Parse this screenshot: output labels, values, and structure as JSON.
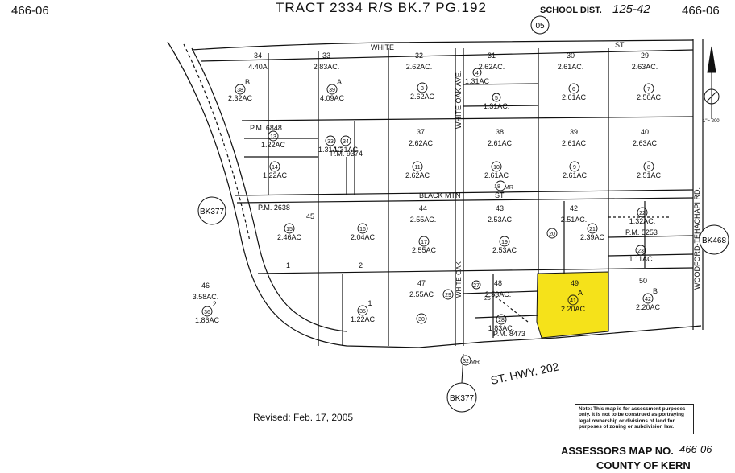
{
  "header": {
    "map_left": "466-06",
    "map_right": "466-06",
    "tract": "TRACT 2334 R/S BK.7 PG.192",
    "school_prefix": "SCHOOL DIST.",
    "school_value": "125-42",
    "book_circle": "05"
  },
  "footer": {
    "revised": "Revised: Feb. 17, 2005",
    "assessors_prefix": "ASSESSORS MAP NO.",
    "assessors_value": "466-06",
    "county": "COUNTY OF KERN",
    "note": "Note: This map is for assessment purposes only. It is not to be construed as portraying legal ownership or divisions of land for purposes of zoning or subdivision law."
  },
  "refs": {
    "bk377_left": "BK377",
    "bk377_bottom": "BK377",
    "bk468": "BK468"
  },
  "streets": {
    "white": "WHITE",
    "st1": "ST.",
    "black_mtn": "BLACK MTN",
    "st2": "ST",
    "white_oak_ave": "WHITE OAK AVE.",
    "woodford": "WOODFORD-TEHACHAPI RD.",
    "hwy": "ST. HWY. 202",
    "white_oak2": "WHITE OAK"
  },
  "north": {
    "scale": "1\"= 200'"
  },
  "parcels": [
    {
      "id": "p34",
      "lot": "34",
      "parcel": "",
      "ac": "4.40A"
    },
    {
      "id": "p33",
      "lot": "33",
      "parcel": "",
      "ac": "2.83AC."
    },
    {
      "id": "p32",
      "lot": "32",
      "parcel": "",
      "ac": "2.62AC."
    },
    {
      "id": "p31",
      "lot": "31",
      "parcel": "",
      "ac": "2.62AC."
    },
    {
      "id": "p30",
      "lot": "30",
      "parcel": "",
      "ac": "2.61AC."
    },
    {
      "id": "p29",
      "lot": "29",
      "parcel": "",
      "ac": "2.63AC."
    },
    {
      "id": "p38b",
      "lot": "B",
      "parcel": "38",
      "ac": "2.32AC"
    },
    {
      "id": "p39a",
      "lot": "A",
      "parcel": "39",
      "ac": "4.09AC"
    },
    {
      "id": "p3",
      "lot": "",
      "parcel": "3",
      "ac": "2.62AC"
    },
    {
      "id": "p4",
      "lot": "",
      "parcel": "4",
      "ac": "1.31AC"
    },
    {
      "id": "p5",
      "lot": "",
      "parcel": "5",
      "ac": "1.31AC."
    },
    {
      "id": "p6",
      "lot": "",
      "parcel": "6",
      "ac": "2.61AC"
    },
    {
      "id": "p7",
      "lot": "",
      "parcel": "7",
      "ac": "2.50AC"
    },
    {
      "id": "p13",
      "lot": "",
      "parcel": "13",
      "ac": "1.22AC"
    },
    {
      "id": "p33b",
      "lot": "",
      "parcel": "33",
      "ac": "1.31AC"
    },
    {
      "id": "p34b",
      "lot": "",
      "parcel": "34",
      "ac": "1.31AC"
    },
    {
      "id": "p37",
      "lot": "37",
      "parcel": "",
      "ac": "2.62AC"
    },
    {
      "id": "p38",
      "lot": "38",
      "parcel": "",
      "ac": "2.61AC"
    },
    {
      "id": "p39",
      "lot": "39",
      "parcel": "",
      "ac": "2.61AC"
    },
    {
      "id": "p40",
      "lot": "40",
      "parcel": "",
      "ac": "2.63AC"
    },
    {
      "id": "p14",
      "lot": "",
      "parcel": "14",
      "ac": "1.22AC"
    },
    {
      "id": "p11",
      "lot": "",
      "parcel": "11",
      "ac": "2.62AC"
    },
    {
      "id": "p10",
      "lot": "",
      "parcel": "10",
      "ac": "2.61AC"
    },
    {
      "id": "p9",
      "lot": "",
      "parcel": "9",
      "ac": "2.61AC"
    },
    {
      "id": "p8",
      "lot": "",
      "parcel": "8",
      "ac": "2.51AC"
    },
    {
      "id": "p15",
      "lot": "",
      "parcel": "15",
      "ac": "2.46AC"
    },
    {
      "id": "p16",
      "lot": "",
      "parcel": "16",
      "ac": "2.04AC"
    },
    {
      "id": "p44",
      "lot": "44",
      "parcel": "",
      "ac": "2.55AC."
    },
    {
      "id": "p17",
      "lot": "",
      "parcel": "17",
      "ac": "2.55AC"
    },
    {
      "id": "p43",
      "lot": "43",
      "parcel": "",
      "ac": "2.53AC"
    },
    {
      "id": "p19",
      "lot": "",
      "parcel": "19",
      "ac": "2.53AC"
    },
    {
      "id": "p42",
      "lot": "42",
      "parcel": "",
      "ac": "2.51AC."
    },
    {
      "id": "p21",
      "lot": "",
      "parcel": "21",
      "ac": "2.39AC"
    },
    {
      "id": "p22",
      "lot": "",
      "parcel": "22",
      "ac": "1.32AC."
    },
    {
      "id": "p23",
      "lot": "",
      "parcel": "23",
      "ac": "1.11AC"
    },
    {
      "id": "p46",
      "lot": "46",
      "parcel": "",
      "ac": "3.58AC."
    },
    {
      "id": "p36",
      "lot": "2",
      "parcel": "36",
      "ac": "1.86AC"
    },
    {
      "id": "p35",
      "lot": "1",
      "parcel": "35",
      "ac": "1.22AC"
    },
    {
      "id": "p47",
      "lot": "47",
      "parcel": "",
      "ac": "2.55AC"
    },
    {
      "id": "p48",
      "lot": "48",
      "parcel": "",
      "ac": "2.53AC."
    },
    {
      "id": "p28",
      "lot": "",
      "parcel": "28",
      "ac": "1.83AC."
    },
    {
      "id": "p41",
      "lot": "A",
      "parcel": "41",
      "ac": "2.20AC"
    },
    {
      "id": "p42b",
      "lot": "B",
      "parcel": "42",
      "ac": "2.20AC"
    }
  ],
  "labels": {
    "pm6848": "P.M. 6848",
    "pm9374": "P.M. 9374",
    "pm2638": "P.M. 2638",
    "pm5253": "P.M. 5253",
    "pm8473": "P.M. 8473",
    "c18mr": "MR",
    "c18": "18",
    "c32mr": "MR",
    "c32": "32",
    "lot49": "49",
    "lot50": "50",
    "lot45": "45",
    "c20": "20",
    "c27": "27",
    "c29": "29",
    "c30": "30",
    "c26": "26",
    "c1": "1",
    "c2": "2"
  },
  "colors": {
    "highlight": "#f5e21a",
    "ink": "#111111"
  }
}
